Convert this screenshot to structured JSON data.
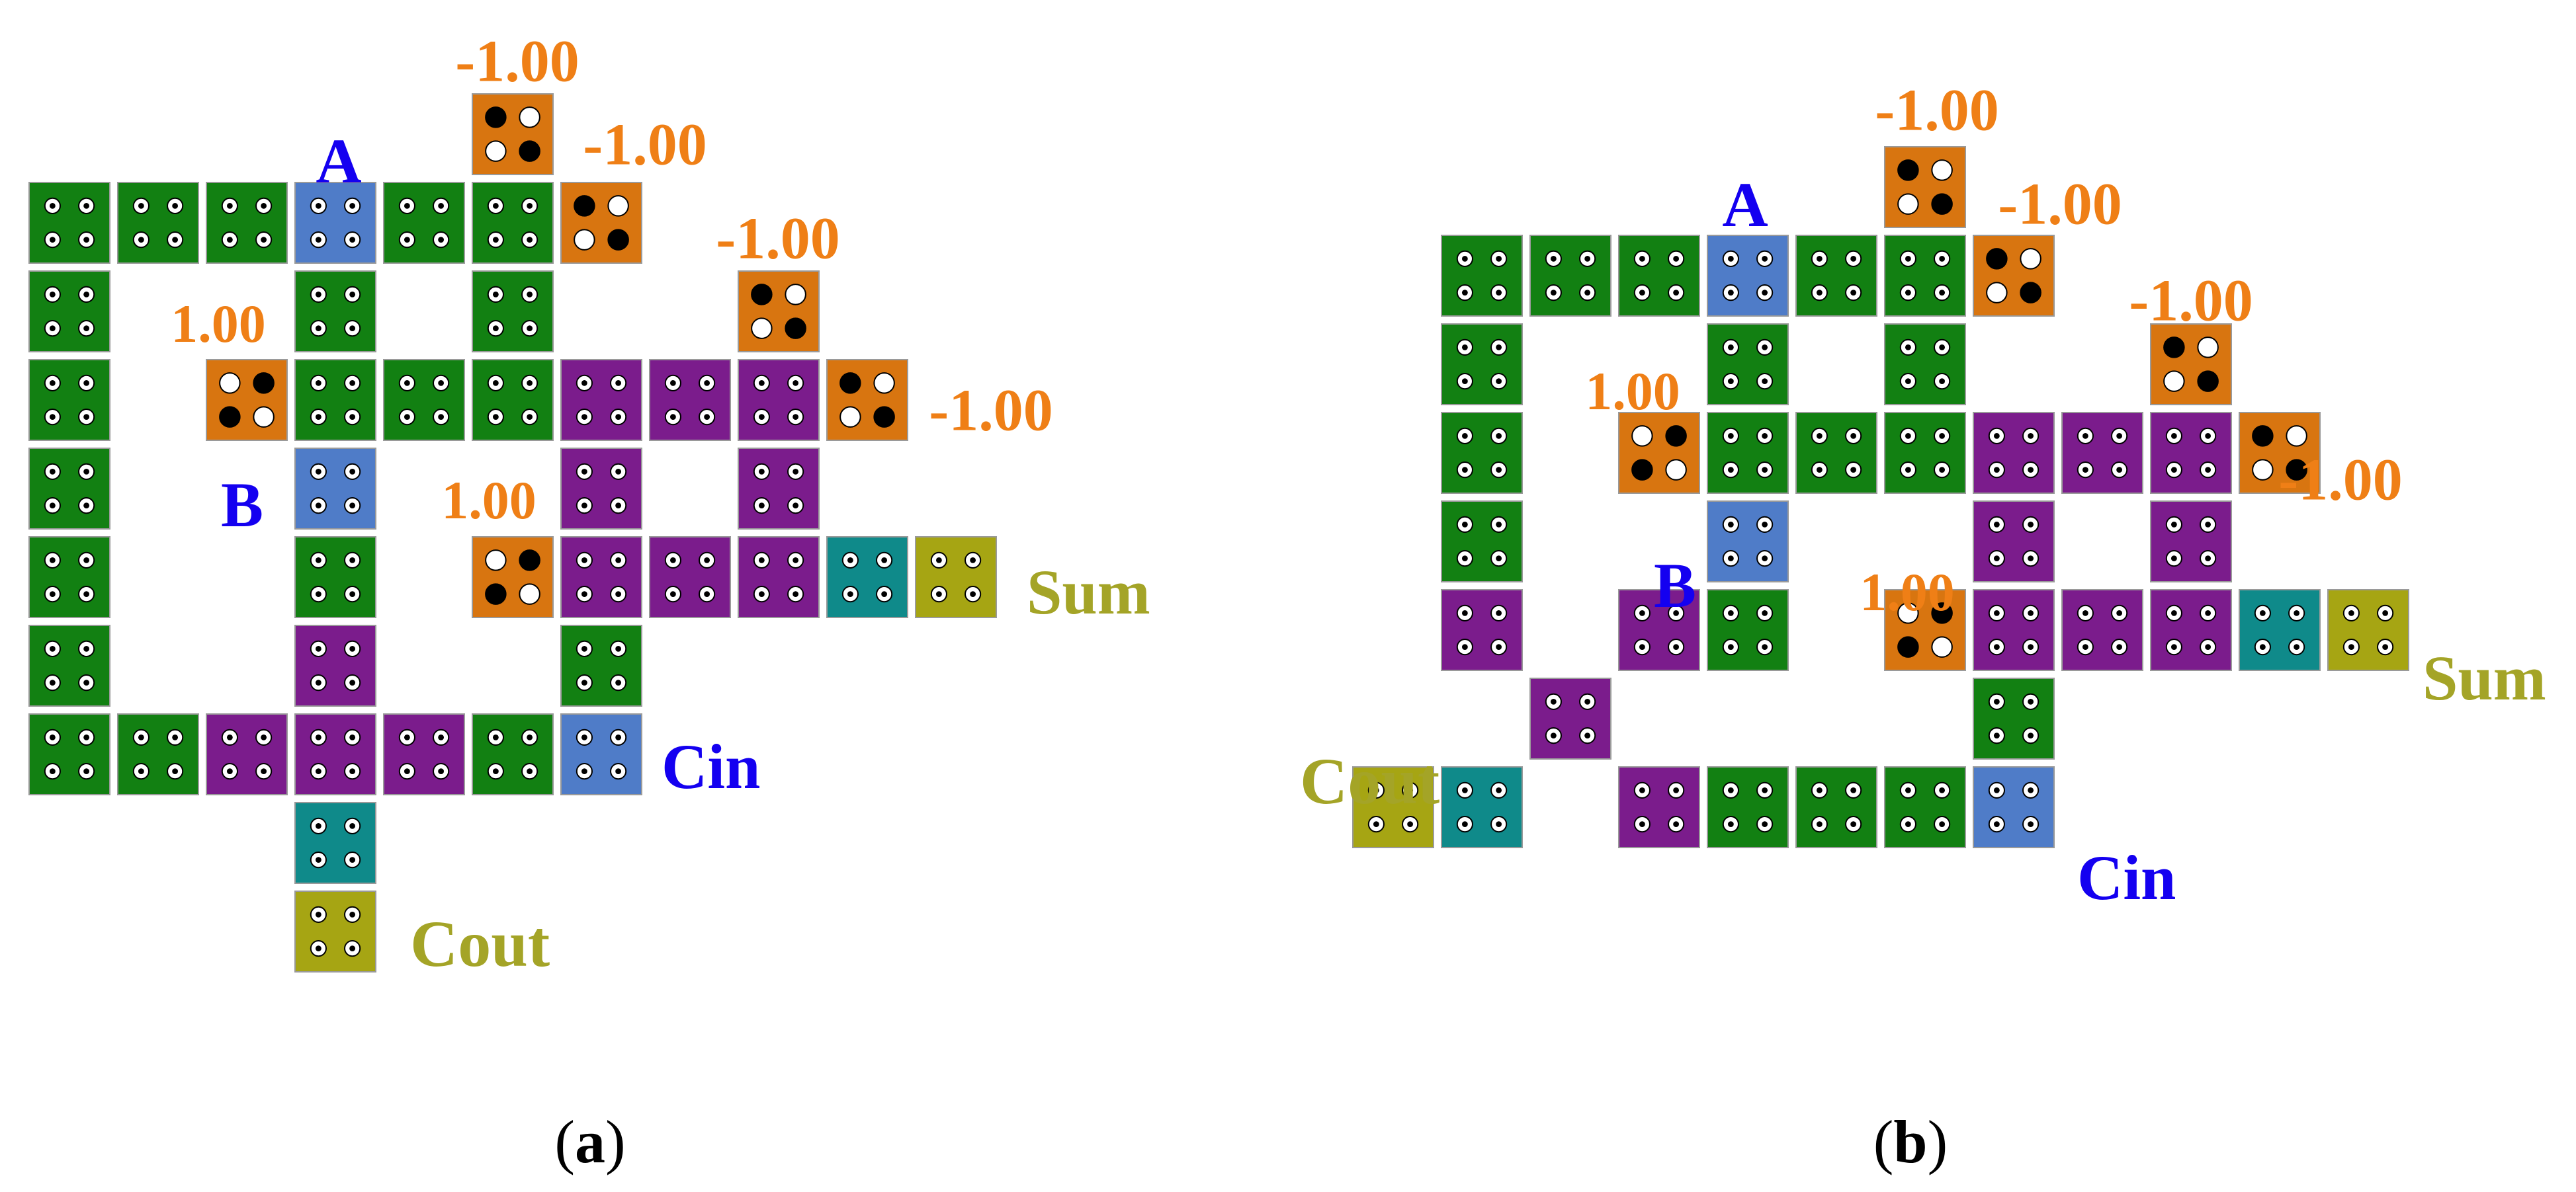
{
  "colors": {
    "background": "#ffffff",
    "cell_border": "#9a9a9a",
    "dot_fill_white": "#ffffff",
    "dot_fill_black": "#000000",
    "dot_stroke": "#000000",
    "label_orange": "#ef7f16",
    "label_blue": "#1400f0",
    "label_olive": "#a4a427"
  },
  "cell_types": {
    "wire": {
      "color": "#128012"
    },
    "input": {
      "color": "#4f7cc8"
    },
    "majority": {
      "color": "#7b1c8c"
    },
    "output_stage": {
      "color": "#0f8a8a"
    },
    "output": {
      "color": "#a6a513"
    },
    "fixed": {
      "color": "#d87510"
    }
  },
  "panels": [
    {
      "id": "a",
      "caption": "(a)",
      "cells": [
        {
          "col": 5,
          "row": -1,
          "type": "fixed",
          "polarization": "-1.00"
        },
        {
          "col": 0,
          "row": 0,
          "type": "wire"
        },
        {
          "col": 1,
          "row": 0,
          "type": "wire"
        },
        {
          "col": 2,
          "row": 0,
          "type": "wire"
        },
        {
          "col": 3,
          "row": 0,
          "type": "input"
        },
        {
          "col": 4,
          "row": 0,
          "type": "wire"
        },
        {
          "col": 5,
          "row": 0,
          "type": "wire"
        },
        {
          "col": 6,
          "row": 0,
          "type": "fixed",
          "polarization": "-1.00"
        },
        {
          "col": 0,
          "row": 1,
          "type": "wire"
        },
        {
          "col": 3,
          "row": 1,
          "type": "wire"
        },
        {
          "col": 5,
          "row": 1,
          "type": "wire"
        },
        {
          "col": 8,
          "row": 1,
          "type": "fixed",
          "polarization": "-1.00"
        },
        {
          "col": 0,
          "row": 2,
          "type": "wire"
        },
        {
          "col": 2,
          "row": 2,
          "type": "fixed",
          "polarization": "1.00"
        },
        {
          "col": 3,
          "row": 2,
          "type": "wire"
        },
        {
          "col": 4,
          "row": 2,
          "type": "wire"
        },
        {
          "col": 5,
          "row": 2,
          "type": "wire"
        },
        {
          "col": 6,
          "row": 2,
          "type": "majority"
        },
        {
          "col": 7,
          "row": 2,
          "type": "majority"
        },
        {
          "col": 8,
          "row": 2,
          "type": "majority"
        },
        {
          "col": 9,
          "row": 2,
          "type": "fixed",
          "polarization": "-1.00"
        },
        {
          "col": 0,
          "row": 3,
          "type": "wire"
        },
        {
          "col": 3,
          "row": 3,
          "type": "input"
        },
        {
          "col": 6,
          "row": 3,
          "type": "majority"
        },
        {
          "col": 8,
          "row": 3,
          "type": "majority"
        },
        {
          "col": 0,
          "row": 4,
          "type": "wire"
        },
        {
          "col": 3,
          "row": 4,
          "type": "wire"
        },
        {
          "col": 5,
          "row": 4,
          "type": "fixed",
          "polarization": "1.00"
        },
        {
          "col": 6,
          "row": 4,
          "type": "majority"
        },
        {
          "col": 7,
          "row": 4,
          "type": "majority"
        },
        {
          "col": 8,
          "row": 4,
          "type": "majority"
        },
        {
          "col": 9,
          "row": 4,
          "type": "output_stage"
        },
        {
          "col": 10,
          "row": 4,
          "type": "output"
        },
        {
          "col": 0,
          "row": 5,
          "type": "wire"
        },
        {
          "col": 3,
          "row": 5,
          "type": "majority"
        },
        {
          "col": 6,
          "row": 5,
          "type": "wire"
        },
        {
          "col": 0,
          "row": 6,
          "type": "wire"
        },
        {
          "col": 1,
          "row": 6,
          "type": "wire"
        },
        {
          "col": 2,
          "row": 6,
          "type": "majority"
        },
        {
          "col": 3,
          "row": 6,
          "type": "majority"
        },
        {
          "col": 4,
          "row": 6,
          "type": "majority"
        },
        {
          "col": 5,
          "row": 6,
          "type": "wire"
        },
        {
          "col": 6,
          "row": 6,
          "type": "input"
        },
        {
          "col": 3,
          "row": 7,
          "type": "output_stage"
        },
        {
          "col": 3,
          "row": 8,
          "type": "output"
        }
      ],
      "labels": [
        {
          "text": "-1.00",
          "kind": "value",
          "color": "#ef7f16"
        },
        {
          "text": "-1.00",
          "kind": "value",
          "color": "#ef7f16"
        },
        {
          "text": "A",
          "kind": "port",
          "color": "#1400f0"
        },
        {
          "text": "-1.00",
          "kind": "value",
          "color": "#ef7f16"
        },
        {
          "text": "1.00",
          "kind": "value",
          "color": "#ef7f16"
        },
        {
          "text": "-1.00",
          "kind": "value",
          "color": "#ef7f16"
        },
        {
          "text": "B",
          "kind": "port",
          "color": "#1400f0"
        },
        {
          "text": "1.00",
          "kind": "value",
          "color": "#ef7f16"
        },
        {
          "text": "Sum",
          "kind": "port",
          "color": "#a4a427"
        },
        {
          "text": "Cin",
          "kind": "port",
          "color": "#1400f0"
        },
        {
          "text": "Cout",
          "kind": "port",
          "color": "#a4a427"
        }
      ]
    },
    {
      "id": "b",
      "caption": "(b)",
      "cells": [
        {
          "col": 6,
          "row": -1,
          "type": "fixed",
          "polarization": "-1.00"
        },
        {
          "col": 1,
          "row": 0,
          "type": "wire"
        },
        {
          "col": 2,
          "row": 0,
          "type": "wire"
        },
        {
          "col": 3,
          "row": 0,
          "type": "wire"
        },
        {
          "col": 4,
          "row": 0,
          "type": "input"
        },
        {
          "col": 5,
          "row": 0,
          "type": "wire"
        },
        {
          "col": 6,
          "row": 0,
          "type": "wire"
        },
        {
          "col": 7,
          "row": 0,
          "type": "fixed",
          "polarization": "-1.00"
        },
        {
          "col": 1,
          "row": 1,
          "type": "wire"
        },
        {
          "col": 4,
          "row": 1,
          "type": "wire"
        },
        {
          "col": 6,
          "row": 1,
          "type": "wire"
        },
        {
          "col": 9,
          "row": 1,
          "type": "fixed",
          "polarization": "-1.00"
        },
        {
          "col": 1,
          "row": 2,
          "type": "wire"
        },
        {
          "col": 3,
          "row": 2,
          "type": "fixed",
          "polarization": "1.00"
        },
        {
          "col": 4,
          "row": 2,
          "type": "wire"
        },
        {
          "col": 5,
          "row": 2,
          "type": "wire"
        },
        {
          "col": 6,
          "row": 2,
          "type": "wire"
        },
        {
          "col": 7,
          "row": 2,
          "type": "majority"
        },
        {
          "col": 8,
          "row": 2,
          "type": "majority"
        },
        {
          "col": 9,
          "row": 2,
          "type": "majority"
        },
        {
          "col": 10,
          "row": 2,
          "type": "fixed",
          "polarization": "-1.00"
        },
        {
          "col": 1,
          "row": 3,
          "type": "wire"
        },
        {
          "col": 4,
          "row": 3,
          "type": "input"
        },
        {
          "col": 7,
          "row": 3,
          "type": "majority"
        },
        {
          "col": 9,
          "row": 3,
          "type": "majority"
        },
        {
          "col": 1,
          "row": 4,
          "type": "majority"
        },
        {
          "col": 3,
          "row": 4,
          "type": "majority"
        },
        {
          "col": 4,
          "row": 4,
          "type": "wire"
        },
        {
          "col": 6,
          "row": 4,
          "type": "fixed",
          "polarization": "1.00"
        },
        {
          "col": 7,
          "row": 4,
          "type": "majority"
        },
        {
          "col": 8,
          "row": 4,
          "type": "majority"
        },
        {
          "col": 9,
          "row": 4,
          "type": "majority"
        },
        {
          "col": 10,
          "row": 4,
          "type": "output_stage"
        },
        {
          "col": 11,
          "row": 4,
          "type": "output"
        },
        {
          "col": 2,
          "row": 5,
          "type": "majority"
        },
        {
          "col": 7,
          "row": 5,
          "type": "wire"
        },
        {
          "col": 0,
          "row": 6,
          "type": "output"
        },
        {
          "col": 1,
          "row": 6,
          "type": "output_stage"
        },
        {
          "col": 3,
          "row": 6,
          "type": "majority"
        },
        {
          "col": 4,
          "row": 6,
          "type": "wire"
        },
        {
          "col": 5,
          "row": 6,
          "type": "wire"
        },
        {
          "col": 6,
          "row": 6,
          "type": "wire"
        },
        {
          "col": 7,
          "row": 6,
          "type": "input"
        }
      ],
      "labels": [
        {
          "text": "-1.00",
          "kind": "value",
          "color": "#ef7f16"
        },
        {
          "text": "A",
          "kind": "port",
          "color": "#1400f0"
        },
        {
          "text": "-1.00",
          "kind": "value",
          "color": "#ef7f16"
        },
        {
          "text": "-1.00",
          "kind": "value",
          "color": "#ef7f16"
        },
        {
          "text": "1.00",
          "kind": "value",
          "color": "#ef7f16"
        },
        {
          "text": "-1.00",
          "kind": "value",
          "color": "#ef7f16"
        },
        {
          "text": "B",
          "kind": "port",
          "color": "#1400f0"
        },
        {
          "text": "1.00",
          "kind": "value",
          "color": "#ef7f16"
        },
        {
          "text": "Sum",
          "kind": "port",
          "color": "#a4a427"
        },
        {
          "text": "Cout",
          "kind": "port",
          "color": "#a4a427"
        },
        {
          "text": "Cin",
          "kind": "port",
          "color": "#1400f0"
        }
      ]
    }
  ]
}
